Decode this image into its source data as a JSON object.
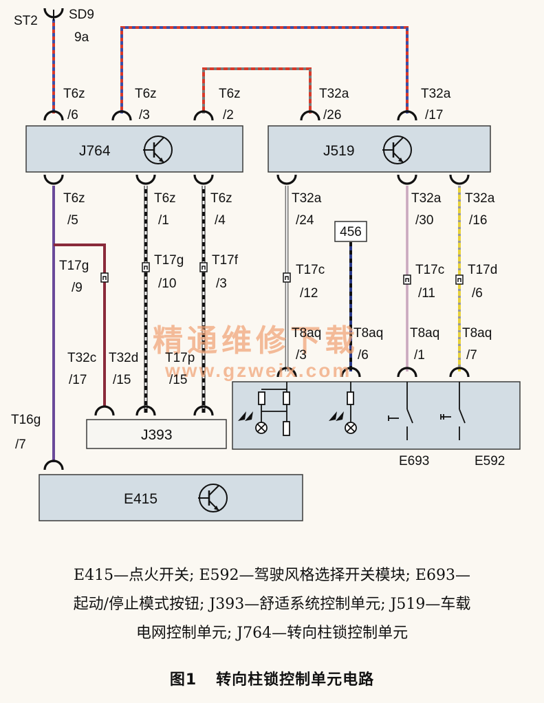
{
  "colors": {
    "box_fill": "#d3dde4",
    "box_stroke": "#3a3a3a",
    "wire_red": "#d83a2a",
    "wire_blue": "#3b4fa8",
    "wire_purple": "#7a3a8a",
    "wire_maroon": "#8a2a3a",
    "wire_yellow": "#e8d23a",
    "wire_pink": "#d8b8cc",
    "wire_grey": "#9a9a9a",
    "watermark": "#f1a67a"
  },
  "modules": {
    "j764": "J764",
    "j519": "J519",
    "j393": "J393",
    "e415": "E415",
    "e693": "E693",
    "e592": "E592",
    "ref_456": "456"
  },
  "pins": {
    "top_st2": "ST2",
    "top_sd9": "SD9",
    "top_9a": "9a",
    "j764_6_a": "T6z",
    "j764_6_b": "/6",
    "j764_3_a": "T6z",
    "j764_3_b": "/3",
    "j764_2_a": "T6z",
    "j764_2_b": "/2",
    "j519_26_a": "T32a",
    "j519_26_b": "/26",
    "j519_17_a": "T32a",
    "j519_17_b": "/17",
    "j764_5_a": "T6z",
    "j764_5_b": "/5",
    "j764_1_a": "T6z",
    "j764_1_b": "/1",
    "j764_4_a": "T6z",
    "j764_4_b": "/4",
    "j519_24_a": "T32a",
    "j519_24_b": "/24",
    "j519_30_a": "T32a",
    "j519_30_b": "/30",
    "j519_16_a": "T32a",
    "j519_16_b": "/16",
    "t17g9_a": "T17g",
    "t17g9_b": "/9",
    "t17g10_a": "T17g",
    "t17g10_b": "/10",
    "t17f3_a": "T17f",
    "t17f3_b": "/3",
    "t17c12_a": "T17c",
    "t17c12_b": "/12",
    "t17c11_a": "T17c",
    "t17c11_b": "/11",
    "t17d6_a": "T17d",
    "t17d6_b": "/6",
    "t32c17_a": "T32c",
    "t32c17_b": "/17",
    "t32d15_a": "T32d",
    "t32d15_b": "/15",
    "t17p15_a": "T17p",
    "t17p15_b": "/15",
    "t8aq3_a": "T8aq",
    "t8aq3_b": "/3",
    "t8aq6_a": "T8aq",
    "t8aq6_b": "/6",
    "t8aq1_a": "T8aq",
    "t8aq1_b": "/1",
    "t8aq7_a": "T8aq",
    "t8aq7_b": "/7",
    "t16g7_a": "T16g",
    "t16g7_b": "/7"
  },
  "watermark": {
    "cn": "精通维修下载",
    "url": "www.gzweix.com"
  },
  "legend": {
    "line1": "E415—点火开关; E592—驾驶风格选择开关模块; E693—",
    "line2": "起动/停止模式按钮; J393—舒适系统控制单元; J519—车载",
    "line3": "电网控制单元; J764—转向柱锁控制单元"
  },
  "caption": {
    "number": "图1",
    "title": "转向柱锁控制单元电路"
  }
}
